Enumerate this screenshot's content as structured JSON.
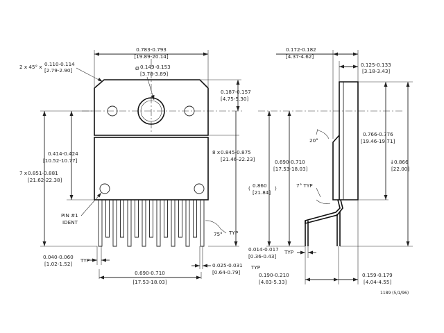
{
  "front_view": {
    "overall_width": {
      "inch": "0.783-0.793",
      "mm": "[19.89-20.14]"
    },
    "chamfer": {
      "prefix": "2 x 45° x",
      "inch": "0.110-0.114",
      "mm": "[2.79-2.90]"
    },
    "hole_diameter": {
      "prefix": "Ø",
      "inch": "0.149-0.153",
      "mm": "[3.78-3.89]"
    },
    "hole_center": {
      "inch": "0.187-0.157",
      "mm": "[4.75-5.30]"
    },
    "body_height": {
      "inch": "0.414-0.424",
      "mm": "[10.52-10.77]"
    },
    "tab_height": {
      "prefix": "8 x",
      "inch": "0.845-0.875",
      "mm": "[21.46-22.23]"
    },
    "overall_height": {
      "prefix": "7 x",
      "inch": "0.851-0.881",
      "mm": "[21.62-22.38]"
    },
    "pin1_label": [
      "PIN #1",
      "IDENT"
    ],
    "lead_angle": {
      "value": "75°",
      "suffix": "TYP"
    },
    "lead_width": {
      "inch": "0.040-0.060",
      "mm": "[1.02-1.52]",
      "suffix": "TYP"
    },
    "lead_thickness": {
      "inch": "0.025-0.031",
      "mm": "[0.64-0.79]",
      "suffix": "TYP"
    },
    "lead_span": {
      "inch": "0.690-0.710",
      "mm": "[17.53-18.03]"
    }
  },
  "side_view": {
    "overall_depth": {
      "inch": "0.172-0.182",
      "mm": "[4.37-4.62]"
    },
    "tab_thickness": {
      "inch": "0.125-0.133",
      "mm": "[3.18-3.43]"
    },
    "draft_angle": {
      "value": "20°"
    },
    "body_height": {
      "inch": "0.766-0.776",
      "mm": "[19.46-19.71]"
    },
    "total_height": {
      "prefix": "↓",
      "inch": "0.866",
      "mm": "[22.00]"
    },
    "lead_height": {
      "inch": "0.690-0.710",
      "mm": "[17.53-18.03]"
    },
    "ref_height": {
      "inch": "0.860",
      "mm": "[21.84]"
    },
    "bend_angle": {
      "value": "7° TYP"
    },
    "lead_thickness": {
      "inch": "0.014-0.017",
      "mm": "[0.36-0.43]",
      "suffix": "TYP"
    },
    "lead_offset": {
      "inch": "0.190-0.210",
      "mm": "[4.83-5.33]"
    },
    "tab_offset": {
      "inch": "0.159-0.179",
      "mm": "[4.04-4.55]"
    }
  },
  "drawing_id": "1189 (5/1/96)"
}
